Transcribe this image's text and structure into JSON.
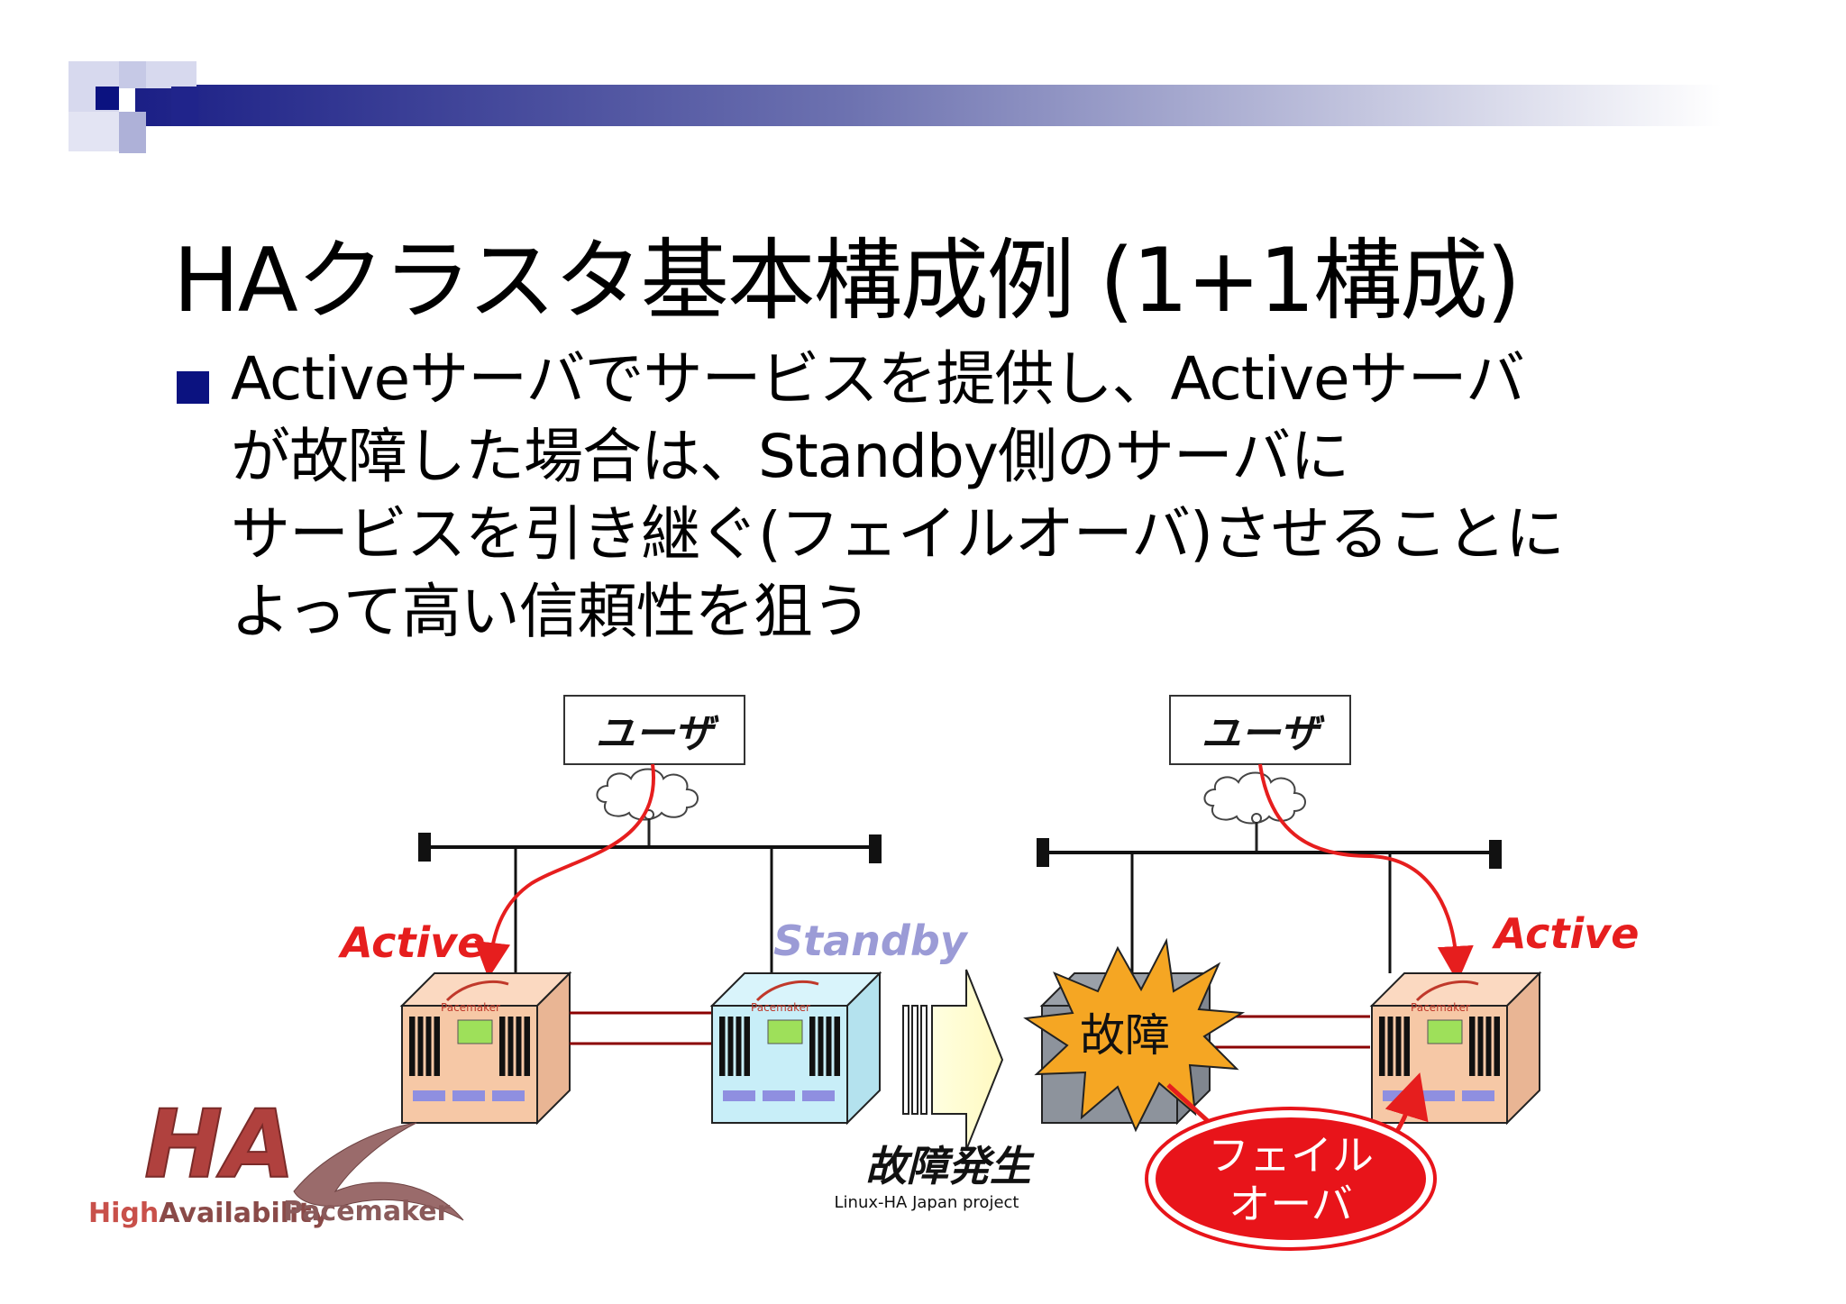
{
  "title": "HAクラスタ基本構成例 (1+1構成)",
  "bullet": {
    "lines": [
      "Activeサーバでサービスを提供し、Activeサーバ",
      "が故障した場合は、Standby側のサーバに",
      "サービスを引き継ぐ(フェイルオーバ)させることに",
      "よって高い信頼性を狙う"
    ]
  },
  "diagram": {
    "left": {
      "user_label": "ユーザ",
      "node1_label": "Active",
      "node2_label": "Standby",
      "node1_logo": "Pacemaker",
      "node2_logo": "Pacemaker"
    },
    "transition_label": "故障発生",
    "right": {
      "user_label": "ユーザ",
      "failure_label": "故障",
      "node2_label": "Active",
      "node2_logo": "Pacemaker",
      "failover_label": [
        "フェイル",
        "オーバ"
      ]
    },
    "credit": "Linux-HA Japan project"
  },
  "footer": {
    "ha_logo_text": "HA",
    "ha_brand_high": "High",
    "ha_brand_availability": "Availability",
    "pacemaker_brand": "Pacemaker"
  },
  "colors": {
    "accent_navy": "#0b1280",
    "active_red": "#e61e1e",
    "standby_lavender": "#9b9bd6",
    "server_active_fill": "#f6c8a6",
    "server_standby_fill": "#c8eef8",
    "explosion_fill": "#f5a623",
    "failover_fill": "#e8141a"
  }
}
